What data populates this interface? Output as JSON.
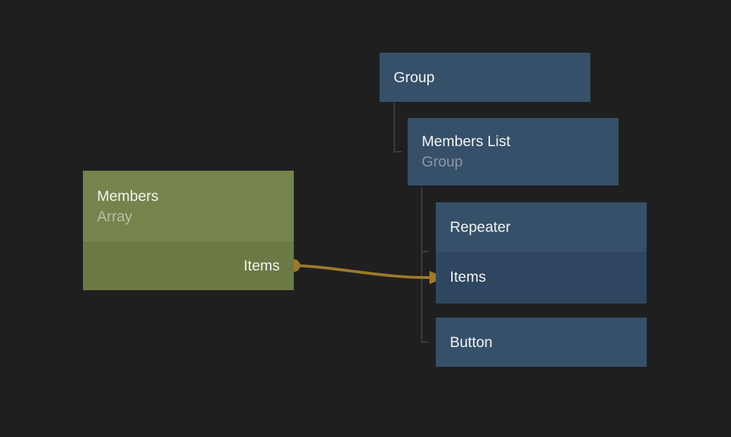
{
  "colors": {
    "background": "#1f1f20",
    "blue_node": "#365069",
    "blue_row": "#2e4660",
    "green_node": "#75844d",
    "green_row": "#6b7a45",
    "tree_line": "#3c3c3c",
    "wire": "#9c7a2b",
    "title_text": "#f2f3f3",
    "subtitle_blue": "#8b97a4",
    "subtitle_green": "#b9c0a5"
  },
  "nodes": {
    "group": {
      "title": "Group"
    },
    "members_list": {
      "title": "Members List",
      "subtitle": "Group"
    },
    "repeater": {
      "title": "Repeater",
      "items_label": "Items"
    },
    "button": {
      "title": "Button"
    },
    "members": {
      "title": "Members",
      "subtitle": "Array",
      "items_label": "Items"
    }
  },
  "connection": {
    "from": "Members.Items",
    "to": "Repeater.Items"
  }
}
